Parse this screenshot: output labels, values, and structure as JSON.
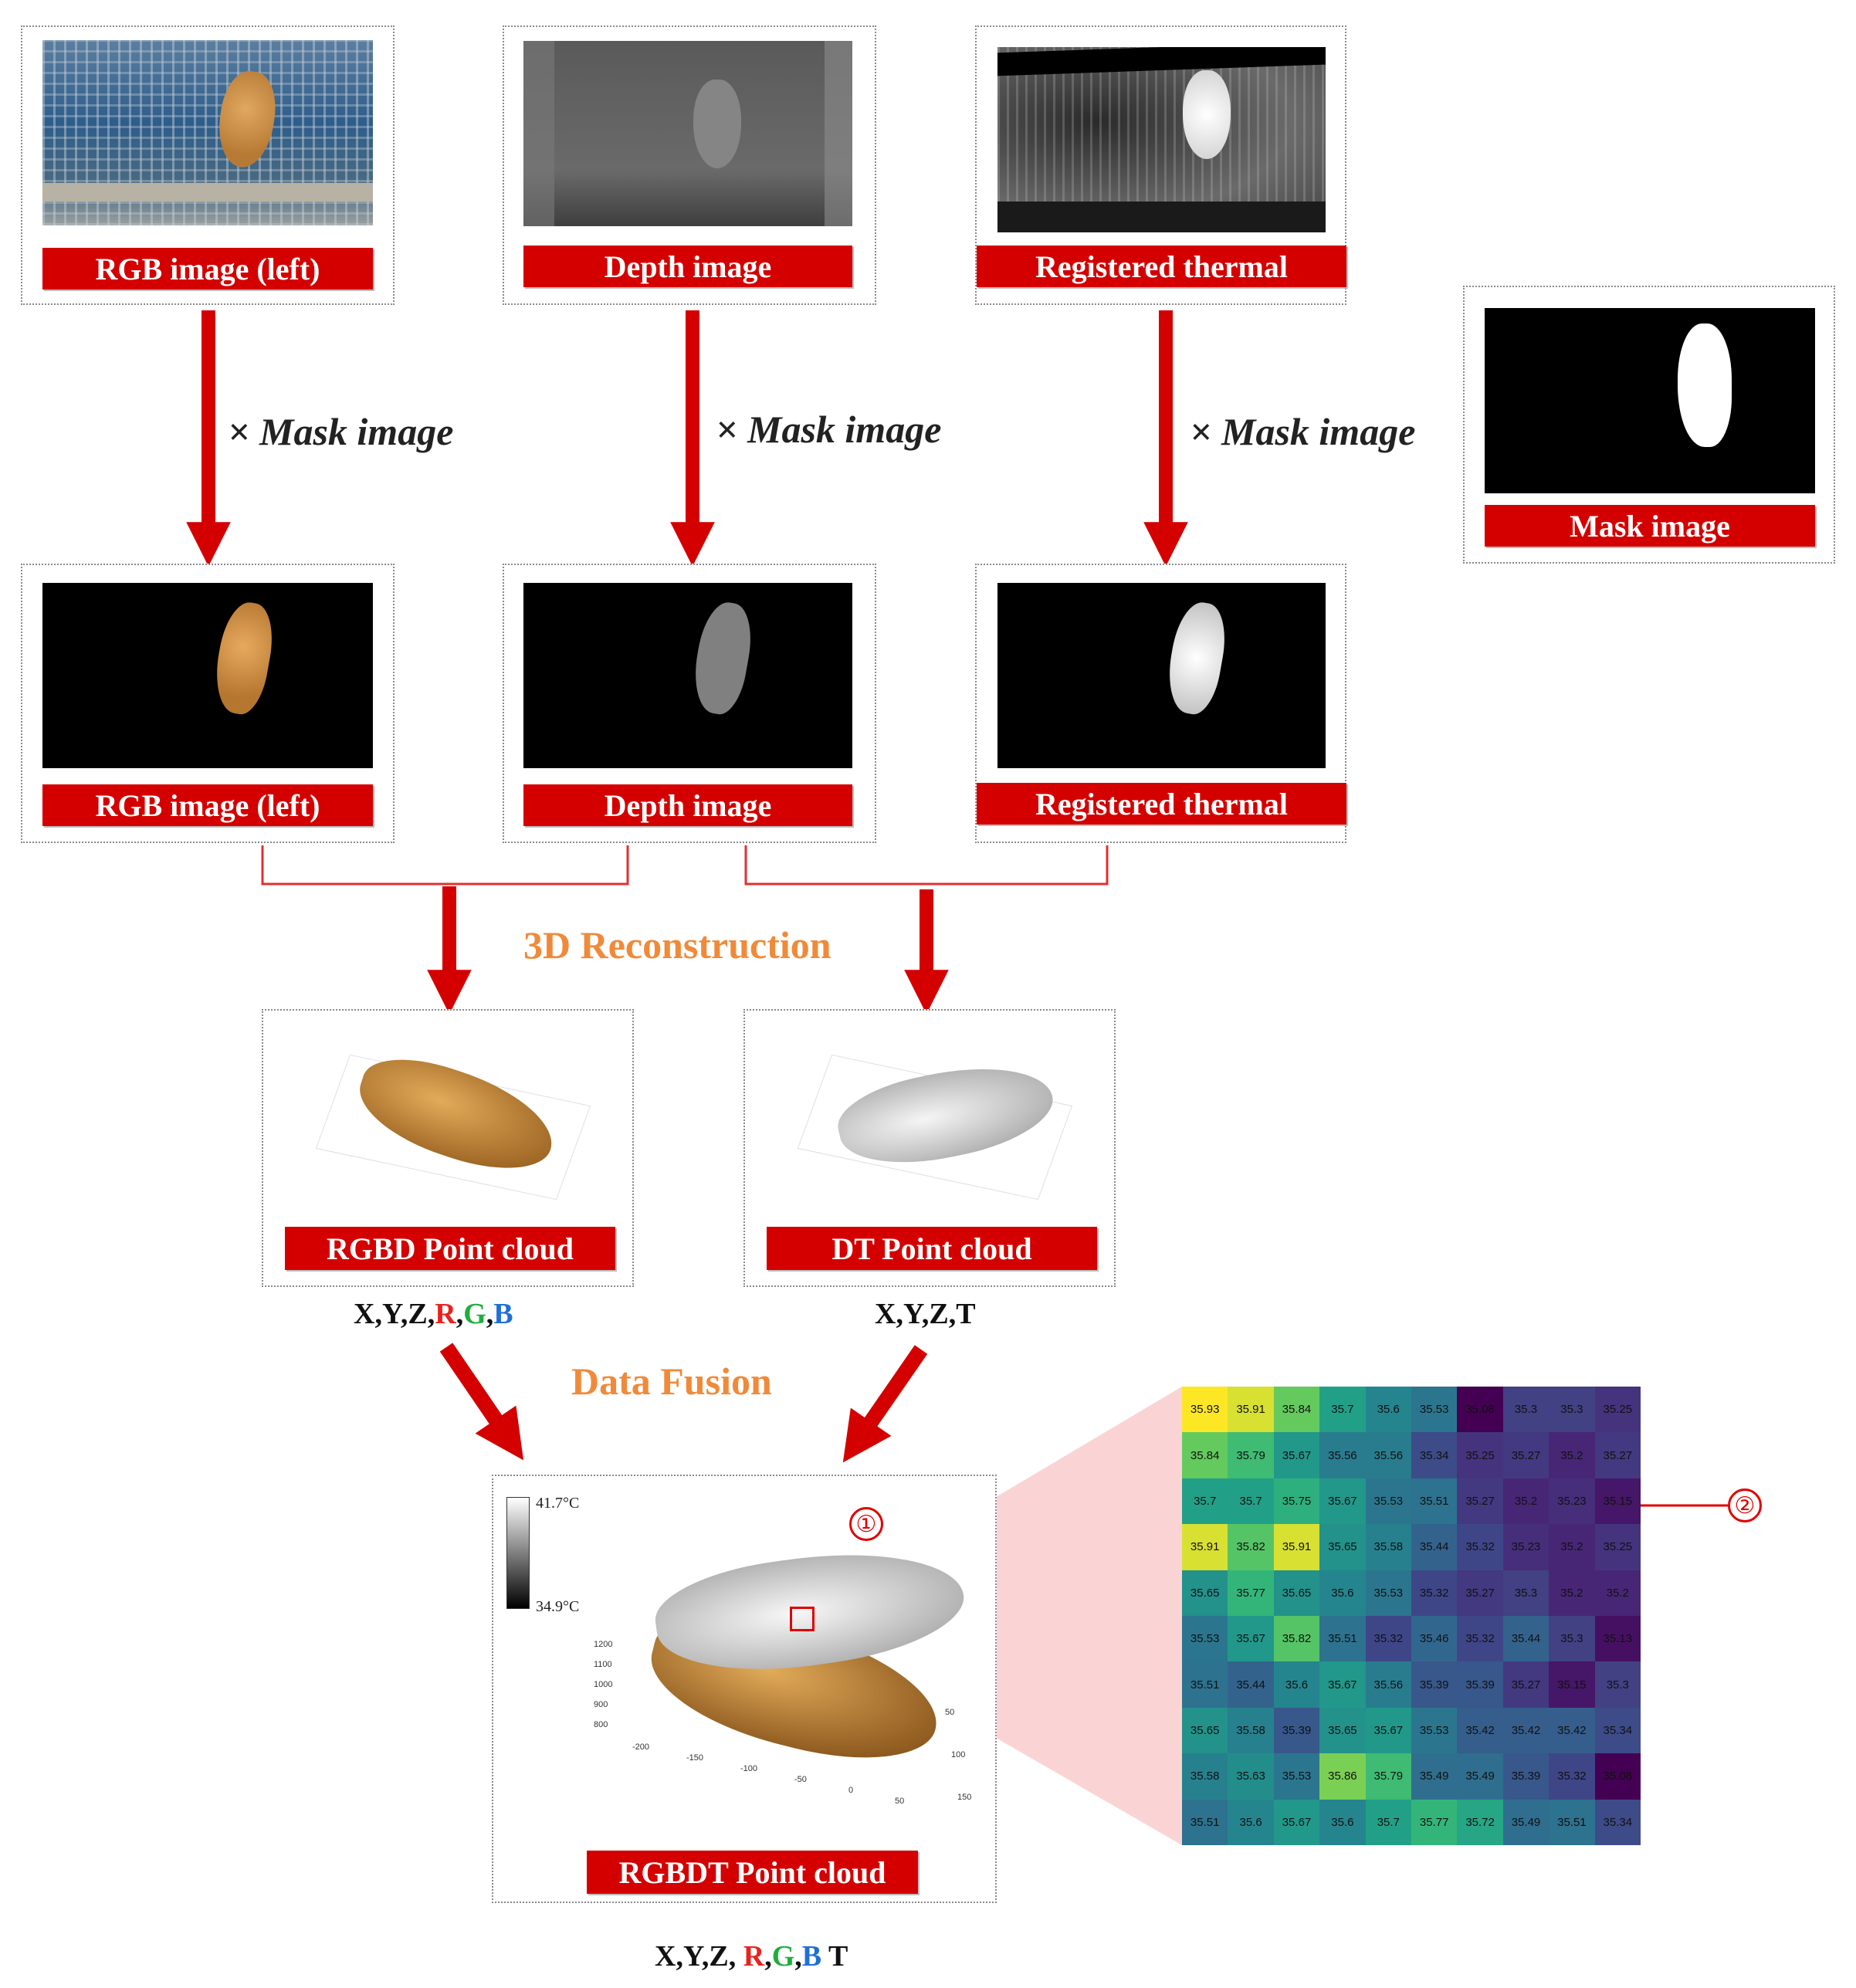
{
  "panels": {
    "rgb_top": {
      "label": "RGB image (left)"
    },
    "depth_top": {
      "label": "Depth image"
    },
    "thermal_top": {
      "label": "Registered thermal"
    },
    "mask": {
      "label": "Mask image"
    },
    "rgb_mid": {
      "label": "RGB image (left)"
    },
    "depth_mid": {
      "label": "Depth image"
    },
    "thermal_mid": {
      "label": "Registered thermal"
    },
    "rgbd_cloud": {
      "label": "RGBD Point cloud"
    },
    "dt_cloud": {
      "label": "DT Point cloud"
    },
    "rgbdt_cloud": {
      "label": "RGBDT Point cloud"
    }
  },
  "mask_ops": [
    "× Mask image",
    "× Mask image",
    "× Mask image"
  ],
  "steps": {
    "reconstruction": "3D Reconstruction",
    "fusion": "Data Fusion"
  },
  "equations": {
    "rgbd_prefix": "X,Y,Z,",
    "rgbd_r": "R",
    "sep1": ",",
    "rgbd_g": "G",
    "sep2": ",",
    "rgbd_b": "B",
    "dt": "X,Y,Z,T",
    "rgbdt_prefix": "X,Y,Z, ",
    "rgbdt_r": "R",
    "sep3": ",",
    "rgbdt_g": "G",
    "sep4": ",",
    "rgbdt_b": "B",
    "rgbdt_t": " T"
  },
  "colors": {
    "label_red": "#d40000",
    "step_orange": "#f08a3a",
    "r": "#e8231f",
    "g": "#1fae3c",
    "b": "#1f6fd6",
    "callout": "#e00000"
  },
  "colorbar": {
    "max": "41.7°C",
    "min": "34.9°C"
  },
  "axis_ticks": {
    "z": [
      "1200",
      "1100",
      "1000",
      "900",
      "800"
    ],
    "x": [
      "-200",
      "-150",
      "-100",
      "-50",
      "0",
      "50"
    ],
    "y": [
      "50",
      "100",
      "150"
    ]
  },
  "callouts": [
    "①",
    "②"
  ],
  "temperature_grid": [
    [
      "35.93",
      "35.91",
      "35.84",
      "35.7",
      "35.6",
      "35.53",
      "35.08",
      "35.3",
      "35.3",
      "35.25"
    ],
    [
      "35.84",
      "35.79",
      "35.67",
      "35.56",
      "35.56",
      "35.34",
      "35.25",
      "35.27",
      "35.2",
      "35.27"
    ],
    [
      "35.7",
      "35.7",
      "35.75",
      "35.67",
      "35.53",
      "35.51",
      "35.27",
      "35.2",
      "35.23",
      "35.15"
    ],
    [
      "35.91",
      "35.82",
      "35.91",
      "35.65",
      "35.58",
      "35.44",
      "35.32",
      "35.23",
      "35.2",
      "35.25"
    ],
    [
      "35.65",
      "35.77",
      "35.65",
      "35.6",
      "35.53",
      "35.32",
      "35.27",
      "35.3",
      "35.2",
      "35.2"
    ],
    [
      "35.53",
      "35.67",
      "35.82",
      "35.51",
      "35.32",
      "35.46",
      "35.32",
      "35.44",
      "35.3",
      "35.13"
    ],
    [
      "35.51",
      "35.44",
      "35.6",
      "35.67",
      "35.56",
      "35.39",
      "35.39",
      "35.27",
      "35.15",
      "35.3"
    ],
    [
      "35.65",
      "35.58",
      "35.39",
      "35.65",
      "35.67",
      "35.53",
      "35.42",
      "35.42",
      "35.42",
      "35.34"
    ],
    [
      "35.58",
      "35.63",
      "35.53",
      "35.86",
      "35.79",
      "35.49",
      "35.49",
      "35.39",
      "35.32",
      "35.08"
    ],
    [
      "35.51",
      "35.6",
      "35.67",
      "35.6",
      "35.7",
      "35.77",
      "35.72",
      "35.49",
      "35.51",
      "35.34"
    ]
  ],
  "temperature_range": [
    35.08,
    35.93
  ]
}
